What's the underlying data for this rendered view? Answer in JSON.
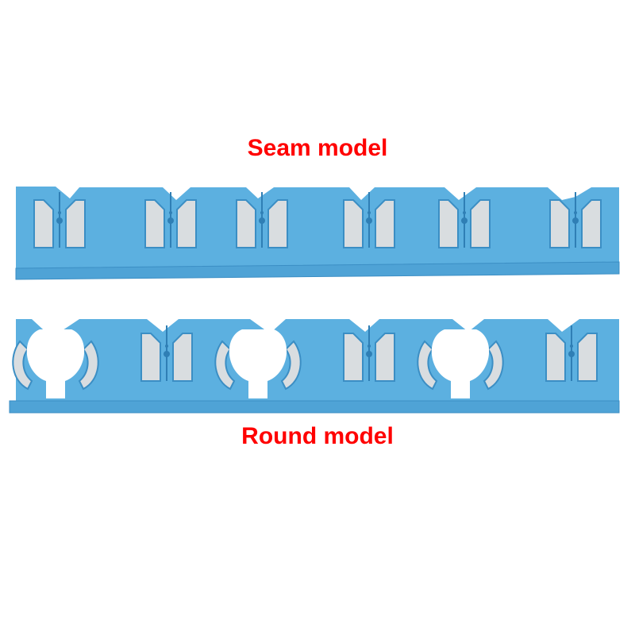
{
  "labels": {
    "seam": "Seam model",
    "round": "Round model"
  },
  "colors": {
    "label_text": "#ff0000",
    "part_fill": "#5cb0e0",
    "part_shadow": "#3b8ec4",
    "slot_fill": "#d9dde0",
    "background": "#ffffff"
  },
  "seam_strip": {
    "slot_pairs_x": [
      75,
      215,
      330,
      465,
      585,
      725
    ]
  },
  "round_strip": {
    "round_holes_x": [
      70,
      325,
      580
    ],
    "slot_pairs_x": [
      210,
      465,
      720
    ]
  }
}
